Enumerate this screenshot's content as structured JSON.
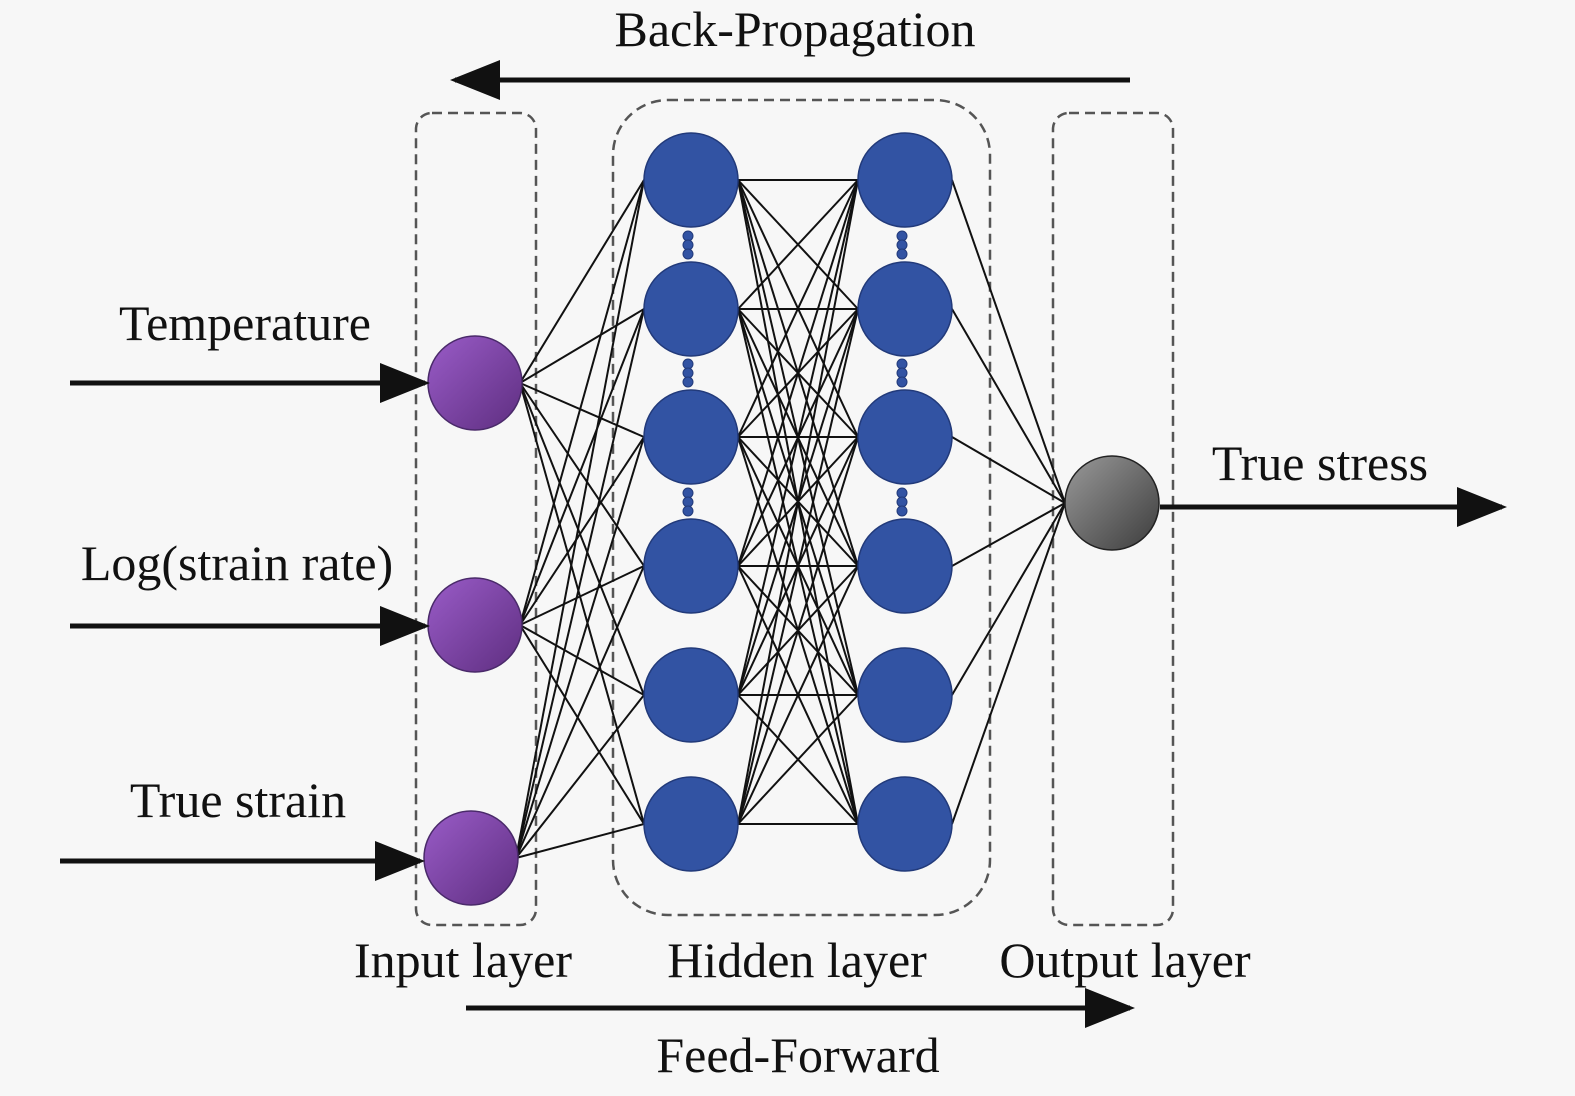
{
  "title_back": "Back-Propagation",
  "title_forward": "Feed-Forward",
  "inputs": [
    "Temperature",
    "Log(strain rate)",
    "True strain"
  ],
  "output": "True stress",
  "layers": {
    "input": "Input layer",
    "hidden": "Hidden layer",
    "output": "Output layer"
  },
  "network": {
    "input_nodes": 3,
    "hidden_layers": 2,
    "hidden_nodes_per_layer": 6,
    "output_nodes": 1
  },
  "colors": {
    "input_node": "#7a44a8",
    "hidden_node": "#3253a3",
    "output_node": "#6a6a6a",
    "line": "#111111",
    "dashed_box": "#555555"
  }
}
